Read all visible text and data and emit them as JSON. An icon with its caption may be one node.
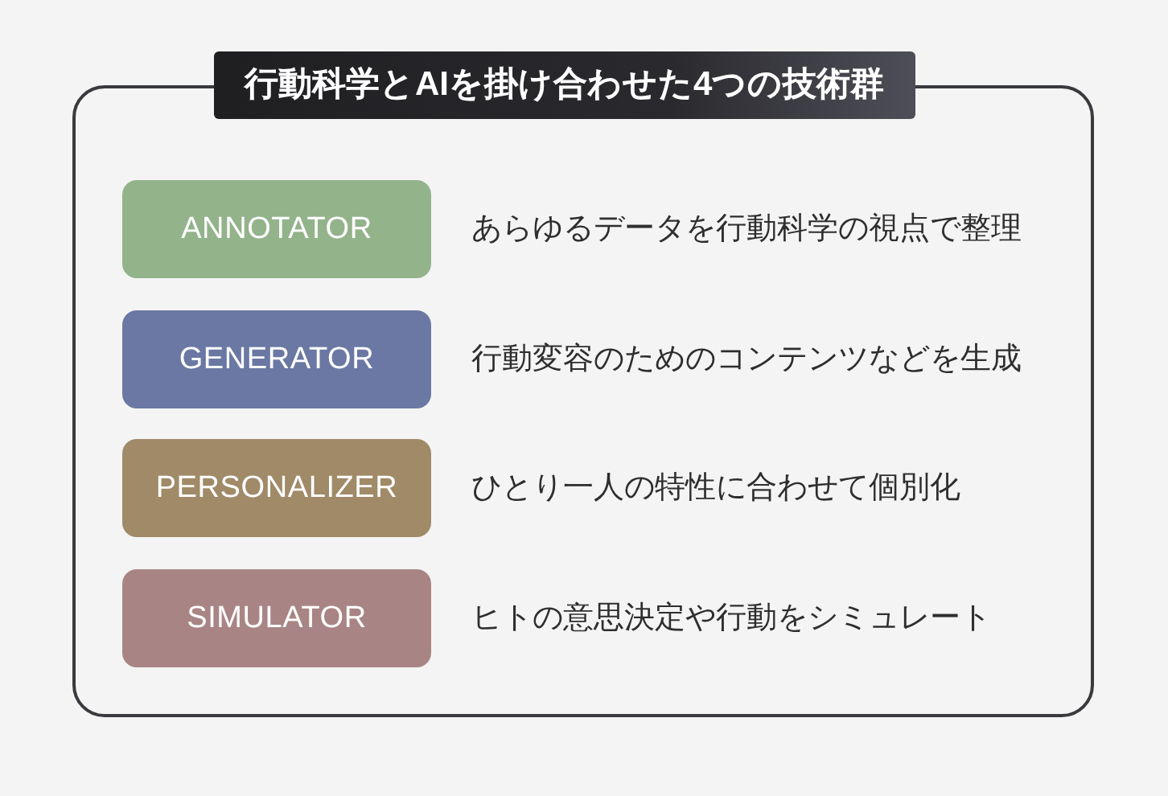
{
  "diagram": {
    "nodes": [
      {
        "text": [
          "行動科学とAIを掛け合わせた4つの技術群"
        ]
      },
      {
        "text": [
          "ANNOTATOR"
        ],
        "in": 0,
        "beside": [
          "あらゆるデータを行動科学の視点で整理"
        ]
      },
      {
        "text": [
          "GENERATOR"
        ],
        "in": 0,
        "beside": [
          "行動変容のためのコンテンツなどを生成"
        ]
      },
      {
        "text": [
          "PERSONALIZER"
        ],
        "in": 0,
        "beside": [
          "ひとり一人の特性に合わせて個別化"
        ]
      },
      {
        "text": [
          "SIMULATOR"
        ],
        "in": 0,
        "beside": [
          "ヒトの意思決定や行動をシミュレート"
        ]
      }
    ]
  }
}
